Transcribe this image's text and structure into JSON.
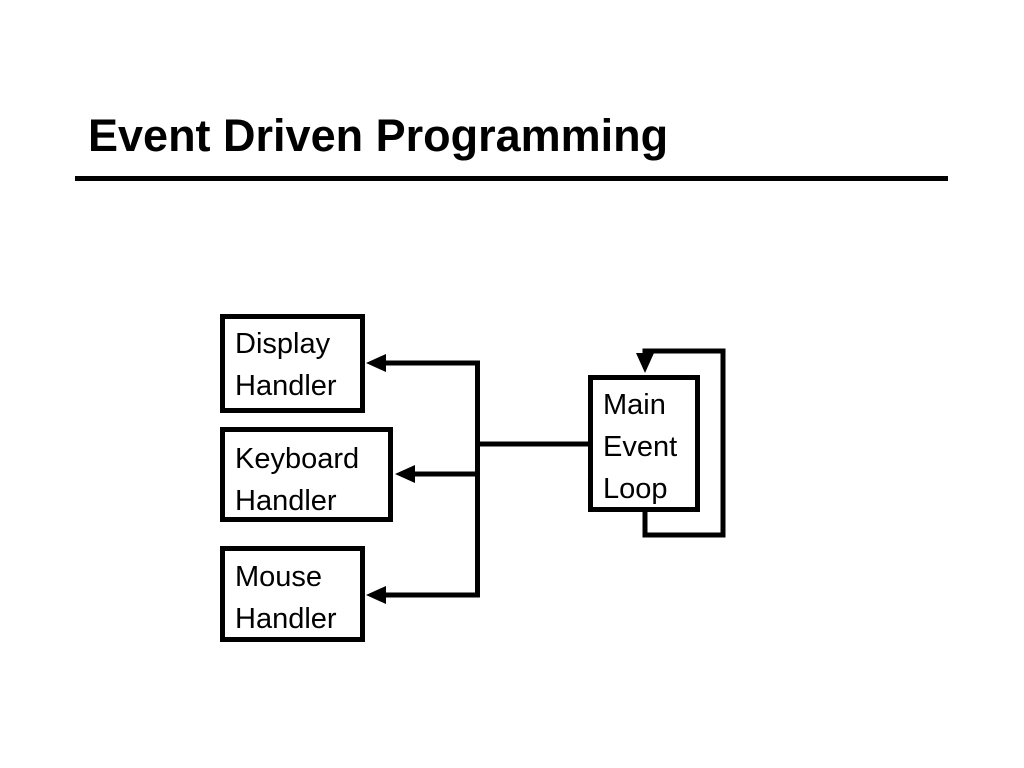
{
  "slide": {
    "title": "Event Driven Programming"
  },
  "colors": {
    "ink": "#000000",
    "background": "#ffffff"
  },
  "diagram": {
    "boxes": {
      "display": {
        "lines": [
          "Display",
          "Handler"
        ]
      },
      "keyboard": {
        "lines": [
          "Keyboard",
          "Handler"
        ]
      },
      "mouse": {
        "lines": [
          "Mouse",
          "Handler"
        ]
      },
      "main": {
        "lines": [
          "Main",
          "Event",
          "Loop"
        ]
      }
    },
    "connections": [
      {
        "from": "main-event-loop",
        "to": "display-handler",
        "style": "arrow"
      },
      {
        "from": "main-event-loop",
        "to": "keyboard-handler",
        "style": "arrow"
      },
      {
        "from": "main-event-loop",
        "to": "mouse-handler",
        "style": "arrow"
      },
      {
        "from": "main-event-loop",
        "to": "main-event-loop",
        "style": "self-loop-arrow"
      }
    ]
  }
}
